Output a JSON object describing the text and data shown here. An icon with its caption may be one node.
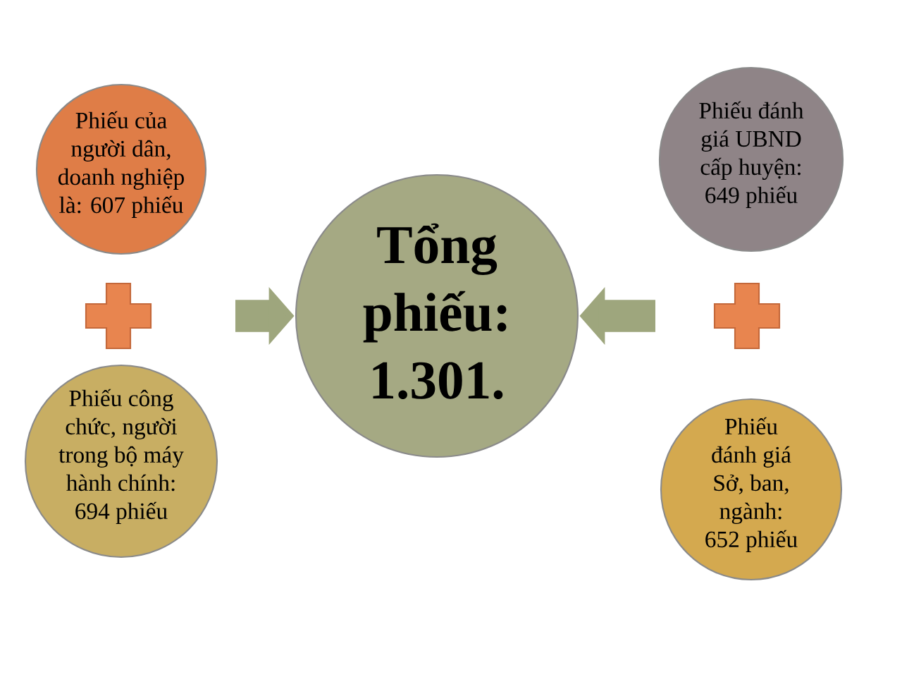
{
  "diagram": {
    "nodes": [
      {
        "text": [
          "Phiếu của người dân, doanh nghiệp là: 607 phiếu"
        ]
      },
      {
        "text": [
          "Phiếu công chức, người trong bộ máy hành chính: 694 phiếu"
        ]
      },
      {
        "text": [
          "Tổng phiếu: 1.301."
        ]
      },
      {
        "text": [
          "Phiếu đánh giá UBND cấp huyện: 649 phiếu"
        ]
      },
      {
        "text": [
          "Phiếu đánh giá Sở, ban, ngành: 652 phiếu"
        ]
      }
    ],
    "edges": [
      {
        "from": null,
        "to": 2,
        "arrow": "to"
      },
      {
        "from": null,
        "to": 2,
        "arrow": "to"
      }
    ]
  }
}
